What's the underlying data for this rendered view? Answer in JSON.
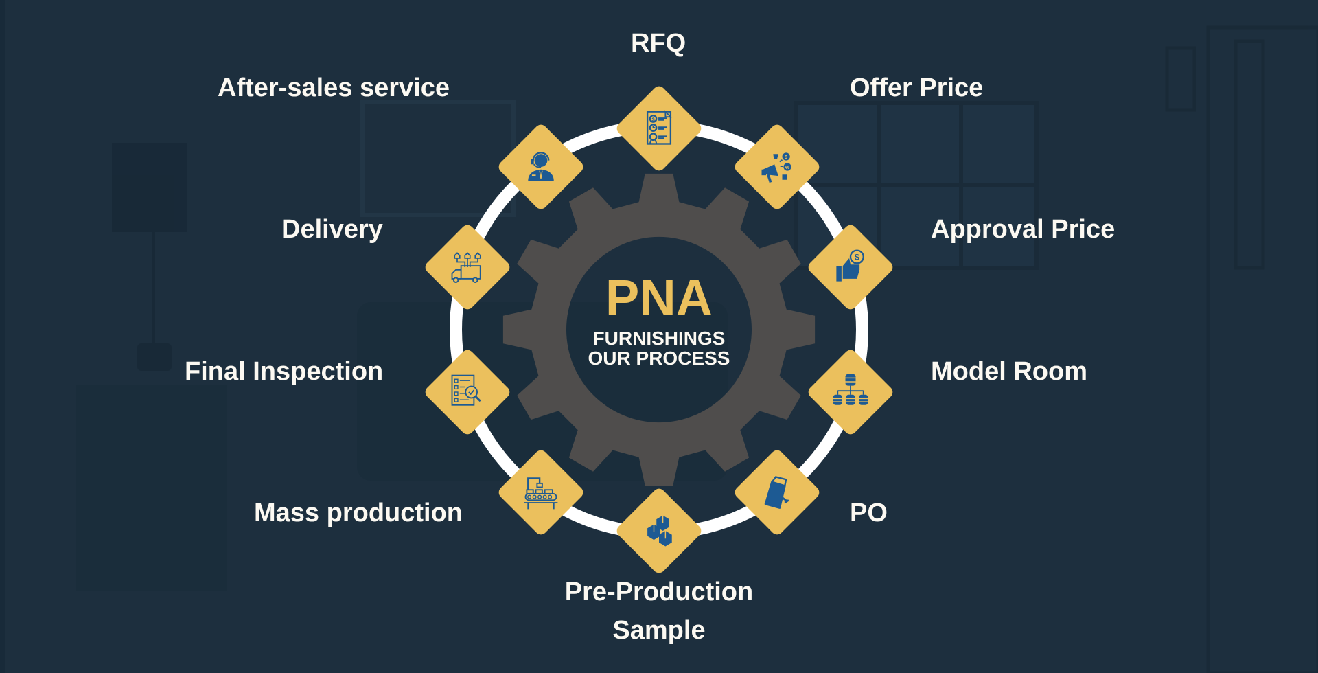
{
  "title": {
    "brand": "PNA",
    "line1": "FURNISHINGS",
    "line2": "OUR PROCESS"
  },
  "colors": {
    "background": "#1d2f3e",
    "gear": "#4f4d4c",
    "ring": "#ffffff",
    "diamond": "#ebc05d",
    "icon": "#1d5a93",
    "label": "#fcf9f2",
    "brand": "#ebc05d"
  },
  "steps": [
    {
      "label": "RFQ",
      "icon": "quotation-document-icon"
    },
    {
      "label": "Offer Price",
      "icon": "megaphone-offer-icon"
    },
    {
      "label": "Approval Price",
      "icon": "thumbs-up-dollar-icon"
    },
    {
      "label": "Model Room",
      "icon": "database-hierarchy-icon"
    },
    {
      "label": "PO",
      "icon": "payment-terminal-icon"
    },
    {
      "label": "Pre-Production",
      "label2": "Sample",
      "icon": "boxes-icon"
    },
    {
      "label": "Mass production",
      "icon": "conveyor-robot-icon"
    },
    {
      "label": "Final Inspection",
      "icon": "checklist-magnifier-icon"
    },
    {
      "label": "Delivery",
      "icon": "delivery-truck-icon"
    },
    {
      "label": "After-sales service",
      "icon": "support-agent-icon"
    }
  ]
}
